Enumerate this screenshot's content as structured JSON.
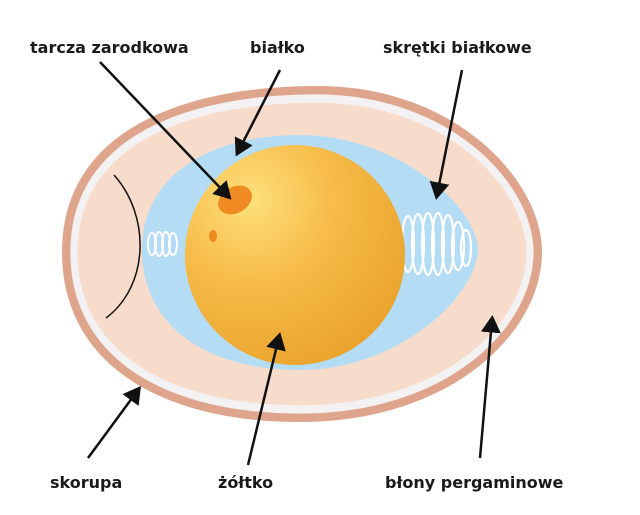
{
  "labels": {
    "germinal_disc": "tarcza zarodkowa",
    "albumen": "białko",
    "chalazae": "skrętki białkowe",
    "shell": "skorupa",
    "yolk": "żółtko",
    "membranes": "błony pergaminowe"
  },
  "colors": {
    "shell": "#dea58c",
    "membrane": "#f3f1f2",
    "outer_albumen": "#f7dccb",
    "inner_albumen": "#b4dcf5",
    "yolk_light": "#fbd060",
    "yolk_dark": "#e9a82c",
    "germinal_disc": "#f08a22"
  }
}
